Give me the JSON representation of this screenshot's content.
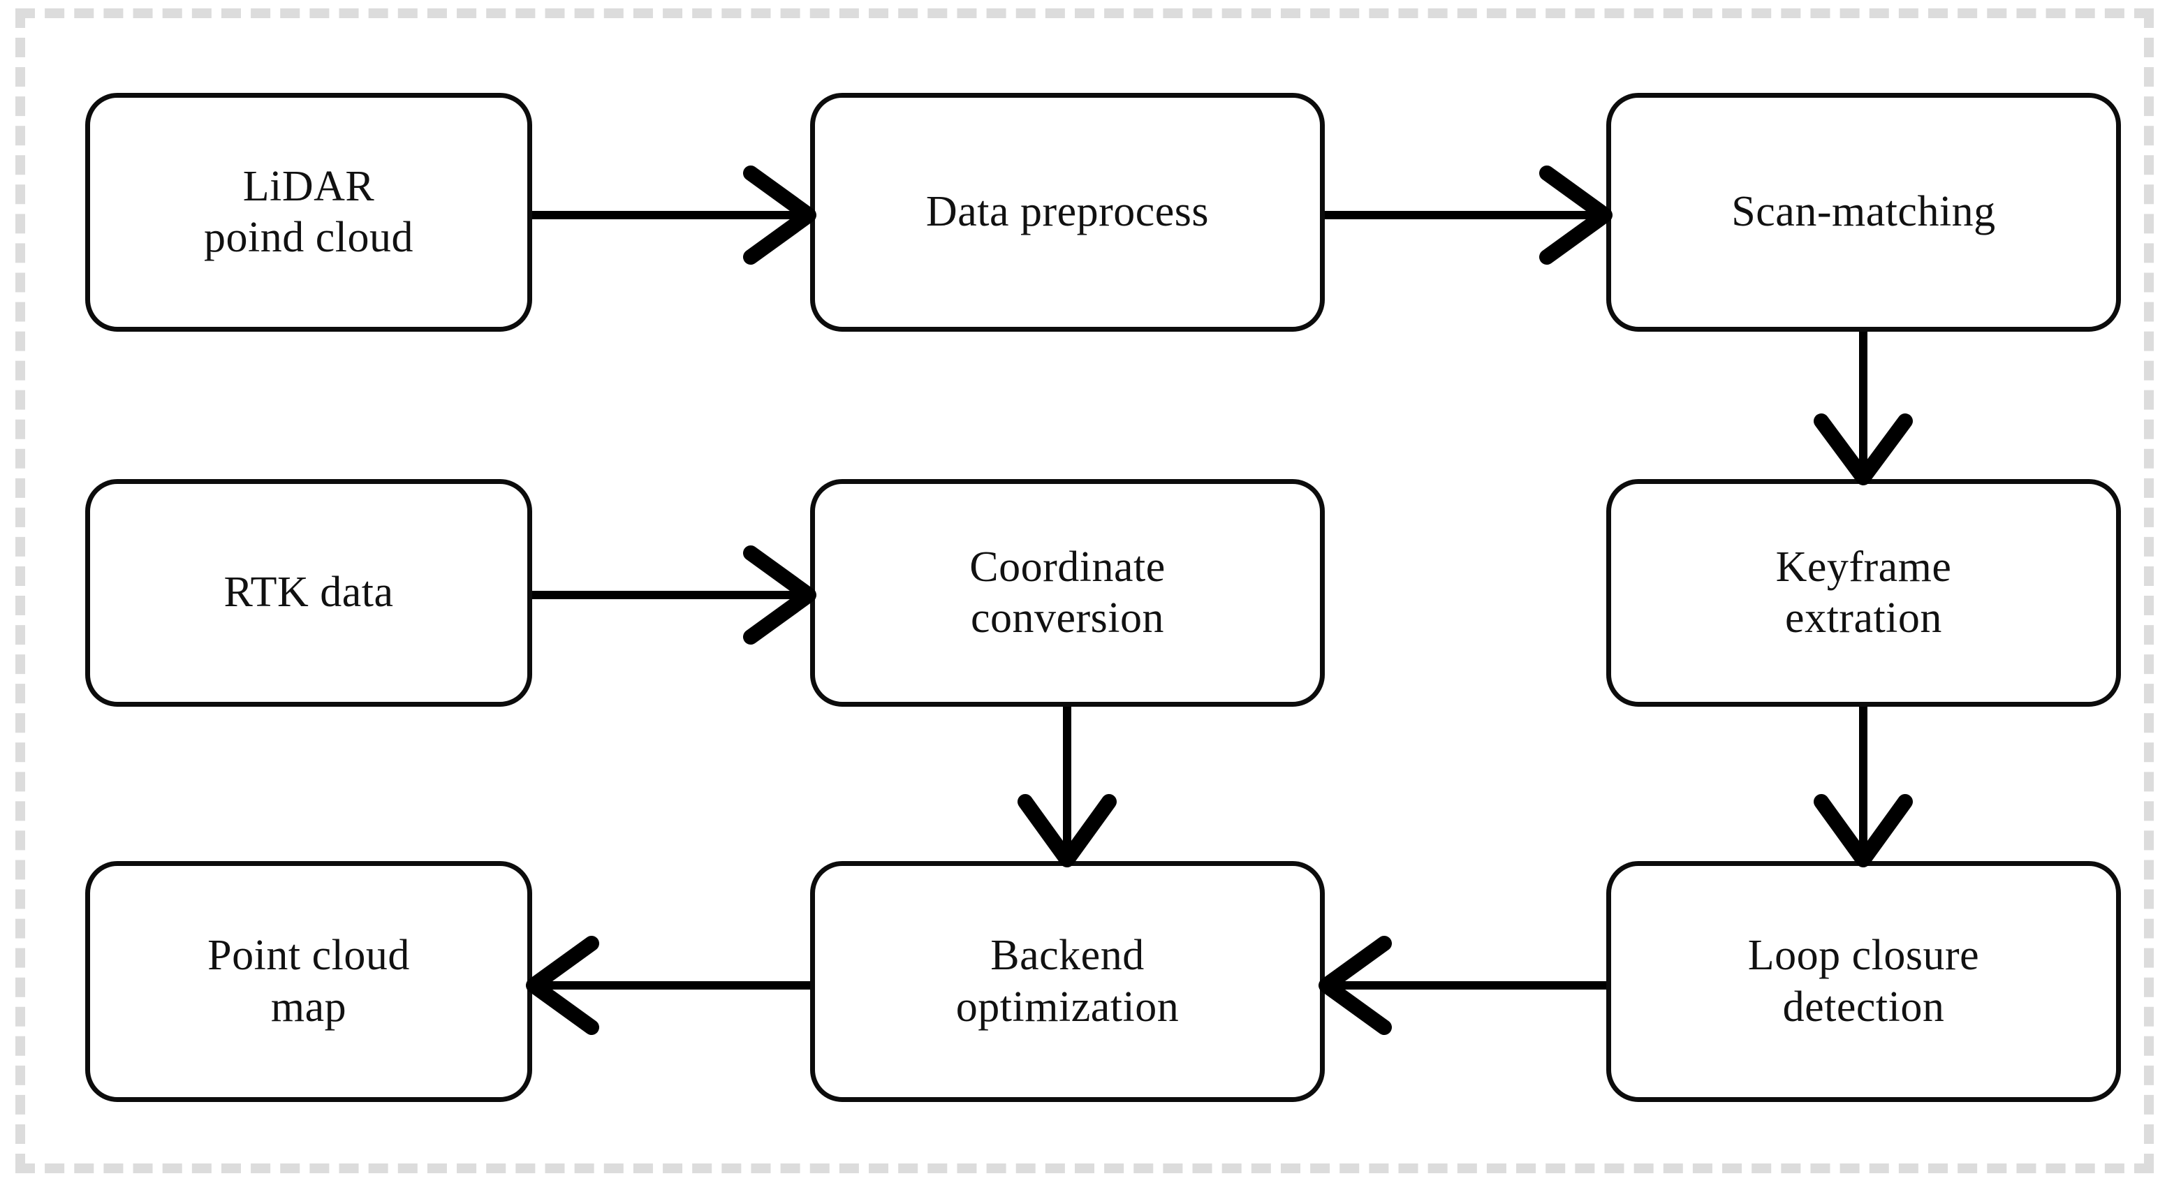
{
  "figure": {
    "type": "flowchart",
    "title": "",
    "frame_style": "dashed",
    "frame_color": "#dcdcdc",
    "box_border_color": "#0c0c0c",
    "box_fill": "#ffffff",
    "arrow_color": "#000000",
    "arrowhead_style": "open-chevron"
  },
  "nodes": [
    {
      "id": "lidar-point-cloud",
      "label": "LiDAR\npoind cloud",
      "row": 1,
      "col": 1
    },
    {
      "id": "data-preprocess",
      "label": "Data preprocess",
      "row": 1,
      "col": 2
    },
    {
      "id": "scan-matching",
      "label": "Scan-matching",
      "row": 1,
      "col": 3
    },
    {
      "id": "rtk-data",
      "label": "RTK data",
      "row": 2,
      "col": 1
    },
    {
      "id": "coordinate-conversion",
      "label": "Coordinate\nconversion",
      "row": 2,
      "col": 2
    },
    {
      "id": "keyframe-extration",
      "label": "Keyframe\nextration",
      "row": 2,
      "col": 3
    },
    {
      "id": "point-cloud-map",
      "label": "Point cloud\nmap",
      "row": 3,
      "col": 1
    },
    {
      "id": "backend-optimization",
      "label": "Backend\noptimization",
      "row": 3,
      "col": 2
    },
    {
      "id": "loop-closure-detection",
      "label": "Loop closure\ndetection",
      "row": 3,
      "col": 3
    }
  ],
  "edges": [
    {
      "from": "lidar-point-cloud",
      "to": "data-preprocess",
      "direction": "right"
    },
    {
      "from": "data-preprocess",
      "to": "scan-matching",
      "direction": "right"
    },
    {
      "from": "scan-matching",
      "to": "keyframe-extration",
      "direction": "down"
    },
    {
      "from": "rtk-data",
      "to": "coordinate-conversion",
      "direction": "right"
    },
    {
      "from": "coordinate-conversion",
      "to": "backend-optimization",
      "direction": "down"
    },
    {
      "from": "keyframe-extration",
      "to": "loop-closure-detection",
      "direction": "down"
    },
    {
      "from": "loop-closure-detection",
      "to": "backend-optimization",
      "direction": "left"
    },
    {
      "from": "backend-optimization",
      "to": "point-cloud-map",
      "direction": "left"
    }
  ]
}
